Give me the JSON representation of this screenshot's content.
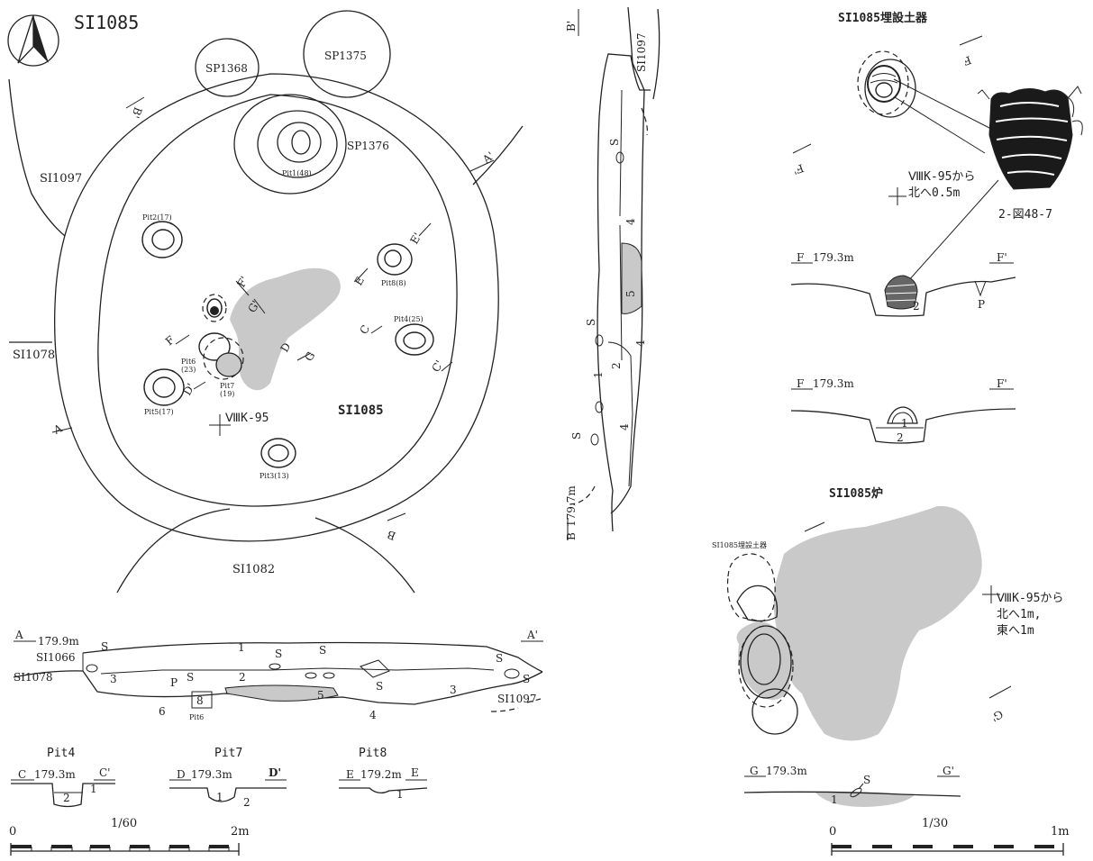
{
  "main_plan": {
    "title": "SI1085",
    "labels": {
      "si1085": "SI1085",
      "si1097": "SI1097",
      "si1078": "SI1078",
      "si1082": "SI1082",
      "sp1368": "SP1368",
      "sp1375": "SP1375",
      "sp1376": "SP1376",
      "pit1": "Pit1(48)",
      "pit2": "Pit2(17)",
      "pit3": "Pit3(13)",
      "pit4": "Pit4(25)",
      "pit5": "Pit5(17)",
      "pit6a": "Pit6",
      "pit6b": "(23)",
      "pit7a": "Pit7",
      "pit7b": "(19)",
      "pit8": "Pit8(8)",
      "grid": "ⅧK-95"
    },
    "section_marks": {
      "a": "A",
      "a_prime": "A'",
      "b": "B",
      "b_prime": "B'",
      "c": "C",
      "c_prime": "C'",
      "d": "D",
      "d_prime": "D'",
      "e": "E",
      "e_prime": "E'",
      "f": "F",
      "f_prime": "F'",
      "g": "G",
      "g_prime": "G'"
    }
  },
  "section_aa": {
    "left_label": "A",
    "elevation": "179.9m",
    "right_label": "A'",
    "si1066": "SI1066",
    "si1078": "SI1078",
    "si1097": "SI1097",
    "pit6": "Pit6",
    "layers": [
      "1",
      "2",
      "3",
      "4",
      "5",
      "6",
      "8",
      "3",
      "P",
      "S",
      "S",
      "S",
      "S",
      "S",
      "S",
      "S"
    ]
  },
  "section_bb": {
    "top_label": "B'",
    "bottom_label": "B",
    "elevation": "179.7m",
    "si1097": "SI1097",
    "layers": [
      "S",
      "4",
      "5",
      "4",
      "S",
      "1",
      "2",
      "S",
      "4"
    ]
  },
  "small_sections": [
    {
      "title": "Pit4",
      "left": "C",
      "elevation": "179.3m",
      "right": "C'",
      "layers": [
        "2",
        "1"
      ]
    },
    {
      "title": "Pit7",
      "left": "D",
      "elevation": "179.3m",
      "right": "D'",
      "layers": [
        "1",
        "2"
      ]
    },
    {
      "title": "Pit8",
      "left": "E",
      "elevation": "179.2m",
      "right": "E",
      "layers": [
        "1"
      ]
    }
  ],
  "scale_left": {
    "start": "0",
    "mid": "1/60",
    "end": "2m"
  },
  "scale_right": {
    "start": "0",
    "mid": "1/30",
    "end": "1m"
  },
  "jar_panel": {
    "title": "SI1085埋設土器",
    "f": "F",
    "f_prime": "F'",
    "grid_note_1": "ⅧK-95から",
    "grid_note_2": "北へ0.5m",
    "figure_ref": "2-図48-7",
    "section1": {
      "left": "F",
      "elevation": "179.3m",
      "right": "F'",
      "layers": [
        "2",
        "P"
      ]
    },
    "section2": {
      "left": "F",
      "elevation": "179.3m",
      "right": "F'",
      "layers": [
        "1",
        "2"
      ]
    }
  },
  "hearth_panel": {
    "title": "SI1085炉",
    "jar_label": "SI1085埋設土器",
    "g": "G",
    "g_prime": "G'",
    "grid_note_1": "ⅧK-95から",
    "grid_note_2": "北へ1m,",
    "grid_note_3": "東へ1m",
    "section": {
      "left": "G",
      "elevation": "179.3m",
      "right": "G'",
      "layers": [
        "1",
        "S"
      ]
    }
  }
}
